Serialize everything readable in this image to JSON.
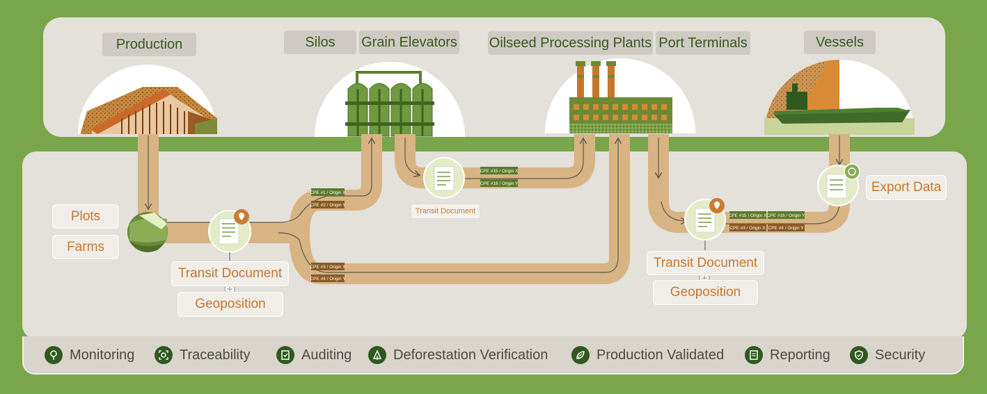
{
  "stages": {
    "production": "Production",
    "silos": "Silos",
    "grain_elevators": "Grain Elevators",
    "oilseed_plants": "Oilseed Processing Plants",
    "port_terminals": "Port Terminals",
    "vessels": "Vessels"
  },
  "sources": {
    "plots": "Plots",
    "farms": "Farms"
  },
  "documents": {
    "transit_main": "Transit Document",
    "geo_main": "Geoposition",
    "transit_mid": "Transit Document",
    "transit_right": "Transit Document",
    "geo_right": "Geoposition",
    "export": "Export Data"
  },
  "tags": {
    "cpe1": "CPE #1 / Origin X",
    "cpe2": "CPE #2 / Origin Y",
    "cpe3": "CPE #3 / Origin X",
    "cpe4": "CPE #4 / Origin Y",
    "cpe15": "CPE #15 / Origin X",
    "cpe16": "CPE #16 / Origin Y"
  },
  "features": [
    {
      "label": "Monitoring",
      "icon": "monitoring-icon"
    },
    {
      "label": "Traceability",
      "icon": "traceability-icon"
    },
    {
      "label": "Auditing",
      "icon": "auditing-icon"
    },
    {
      "label": "Deforestation Verification",
      "icon": "deforestation-icon"
    },
    {
      "label": "Production Validated",
      "icon": "production-validated-icon"
    },
    {
      "label": "Reporting",
      "icon": "reporting-icon"
    },
    {
      "label": "Security",
      "icon": "security-icon"
    }
  ],
  "colors": {
    "background": "#79a64b",
    "panel": "#e4e0da",
    "pipe": "#d8b383",
    "dark_green": "#2f5a1f",
    "accent_orange": "#c8762a",
    "tag_green": "#5a7a2a",
    "tag_brown": "#8a5a22"
  }
}
